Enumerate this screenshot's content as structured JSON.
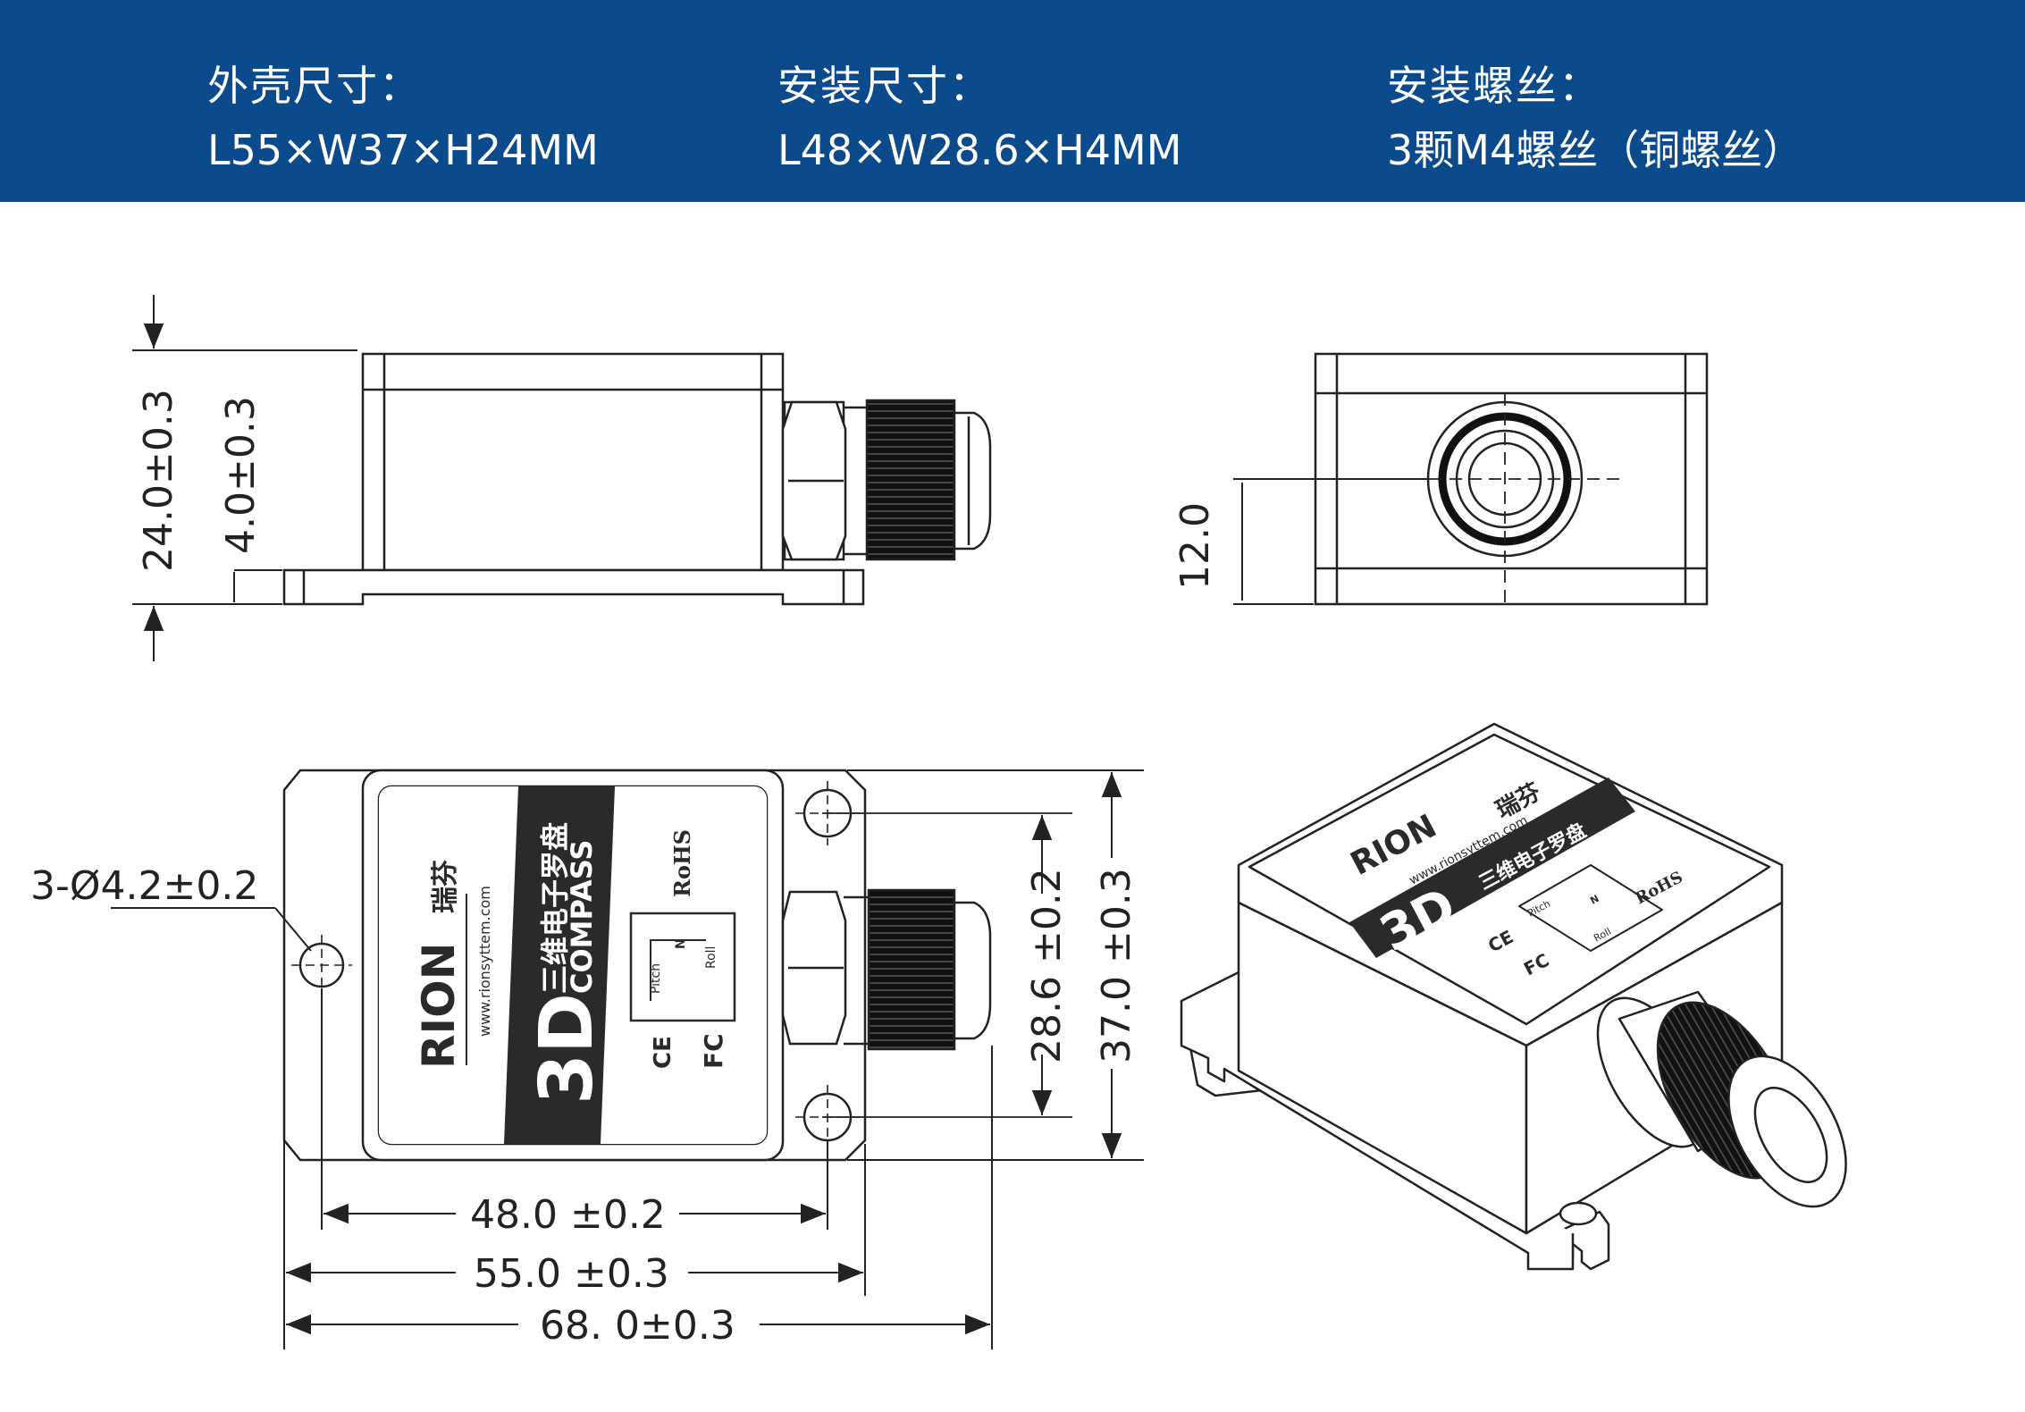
{
  "header": {
    "background": "#0b4a8b",
    "specs": [
      {
        "label": "外壳尺寸：",
        "value": "L55×W37×H24MM"
      },
      {
        "label": "安装尺寸：",
        "value": " L48×W28.6×H4MM"
      },
      {
        "label": "安装螺丝：",
        "value": "3颗M4螺丝（铜螺丝）"
      }
    ]
  },
  "dimensions": {
    "height_total": "24.0±0.3",
    "base_thickness": "4.0±0.3",
    "gland_center": "12.0",
    "hole_spec": "3-Ø4.2±0.2",
    "mount_width": "28.6 ±0.2",
    "body_width": "37.0 ±0.3",
    "mount_length": "48.0 ±0.2",
    "body_length": "55.0 ±0.3",
    "overall_length": "68. 0±0.3"
  },
  "label_plate": {
    "brand": "RION",
    "brand_cn": "瑞芬",
    "website": "www.rionsyttem.com",
    "product_big": "3D",
    "product_cn": "三维电子罗盘",
    "product_en": "COMPASS",
    "rohs": "RoHS",
    "pitch": "Pitch",
    "roll": "Roll",
    "north": "N",
    "ce": "CE",
    "fc": "FC"
  }
}
